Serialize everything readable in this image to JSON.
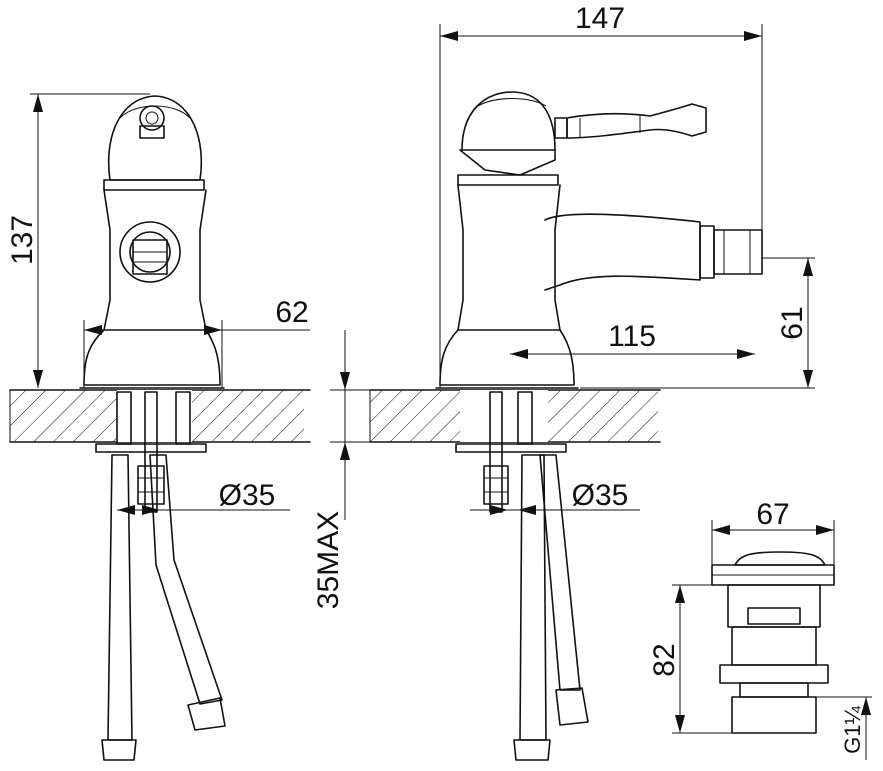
{
  "dimensions": {
    "front_height": "137",
    "base_width": "62",
    "hole_diameter_left": "Ø35",
    "countertop_max": "35MAX",
    "total_depth": "147",
    "spout_reach": "115",
    "spout_height": "61",
    "hole_diameter_right": "Ø35",
    "waste_width": "67",
    "waste_height": "82",
    "waste_thread": "G1¼"
  }
}
